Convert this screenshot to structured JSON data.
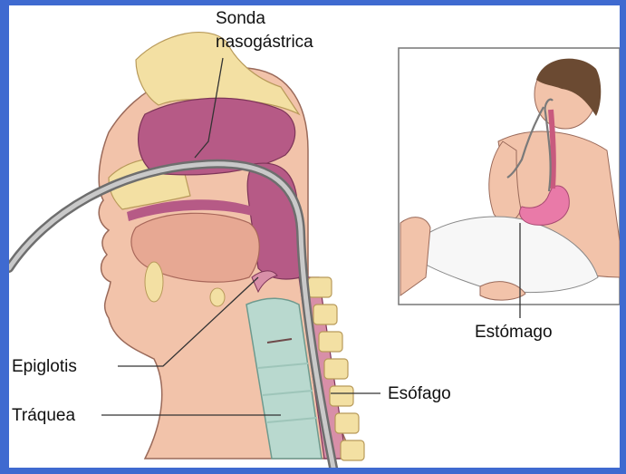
{
  "labels": {
    "sonda_line1": "Sonda",
    "sonda_line2": "nasogástrica",
    "epiglotis": "Epiglotis",
    "traquea": "Tráquea",
    "esofago": "Esófago",
    "estomago": "Estómago"
  },
  "colors": {
    "frame": "#3f6ad0",
    "skin": "#f2c3aa",
    "mucosa": "#b65a86",
    "bone": "#f3e0a3",
    "trachea": "#b9d9cf",
    "tube": "#8f8f8f",
    "stomach": "#e97aa8",
    "shorts": "#f7f7f7"
  }
}
